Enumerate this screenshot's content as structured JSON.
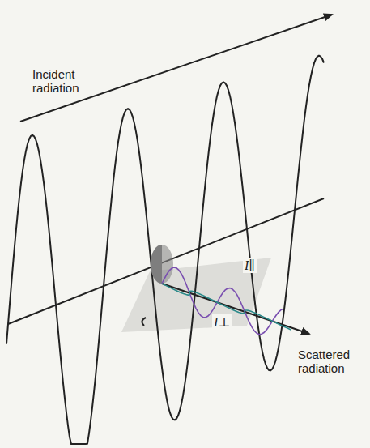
{
  "diagram": {
    "labels": [
      "Incident radiation",
      "I∥",
      "I⊥",
      "Scattered radiation"
    ]
  }
}
